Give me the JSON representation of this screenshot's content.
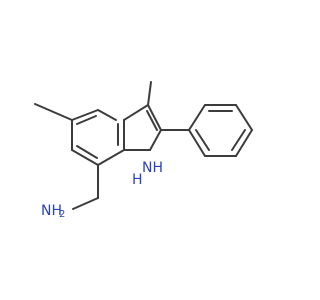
{
  "molecule": {
    "colors": {
      "bond": "#3c3c3c",
      "nitrogen": "#2a43b8",
      "background": "#ffffff"
    },
    "labels": {
      "indole_nh": "NH",
      "indole_h": "H",
      "amine": "NH",
      "amine_subscript": "2"
    }
  }
}
